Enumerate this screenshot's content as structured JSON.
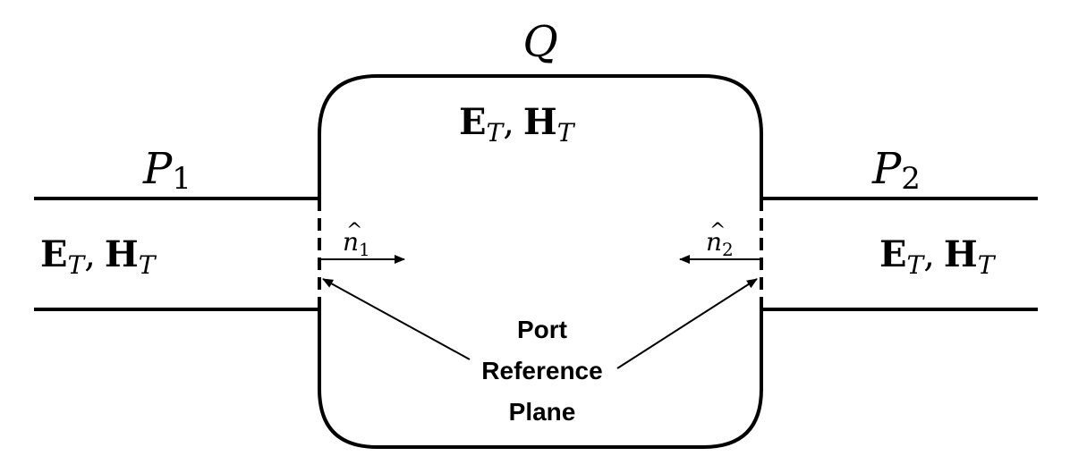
{
  "region_labels": {
    "cavity": "Q",
    "port1": "P",
    "port1_sub": "1",
    "port2": "P",
    "port2_sub": "2"
  },
  "field_labels": {
    "E": "E",
    "H": "H",
    "sub": "T",
    "comma": ","
  },
  "normals": {
    "n1": "n",
    "n1_sub": "1",
    "n2": "n",
    "n2_sub": "2",
    "hat": "^"
  },
  "reference_plane_label": {
    "line1": "Port",
    "line2": "Reference",
    "line3": "Plane"
  }
}
